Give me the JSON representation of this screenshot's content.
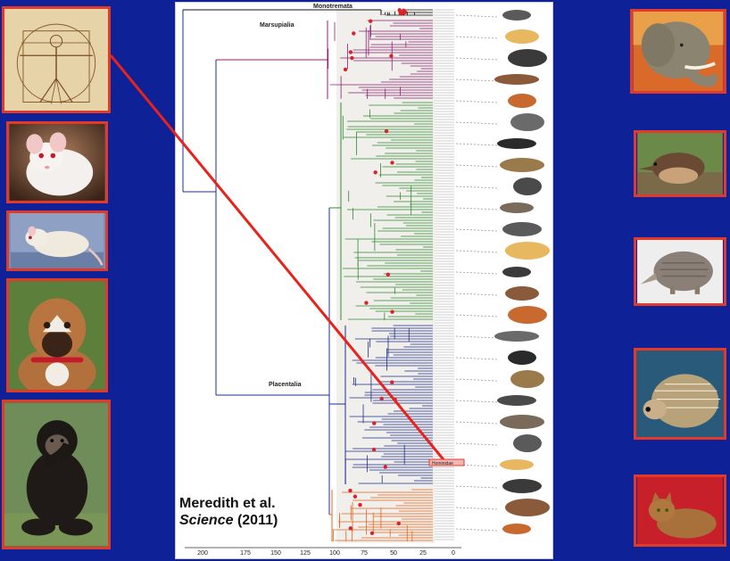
{
  "clades": {
    "top": "Monotremata",
    "marsupials": "Marsupialia",
    "placentals": "Placentalia"
  },
  "citation": {
    "authors": "Meredith et al.",
    "journal": "Science",
    "year": "(2011)"
  },
  "axis_ticks": [
    "200",
    "175",
    "150",
    "125",
    "100",
    "75",
    "50",
    "25",
    "0"
  ],
  "highlighted_taxon": "Hominidae",
  "left_photos": [
    "vitruvian-man-drawing",
    "white-mouse",
    "white-rat",
    "boxer-dog",
    "chimpanzee"
  ],
  "right_photos": [
    "elephant",
    "shrew",
    "armadillo",
    "hedgehog",
    "cat"
  ],
  "colors": {
    "background": "#0f2196",
    "accent_border": "#e23a2a",
    "monotremata": "#111111",
    "marsupialia": "#8c1f6e",
    "afrotheria": "#e7651a",
    "laurasiatheria": "#2e8b2e",
    "euarchontoglires": "#1f2f8a",
    "node_marker": "#d8232a"
  }
}
